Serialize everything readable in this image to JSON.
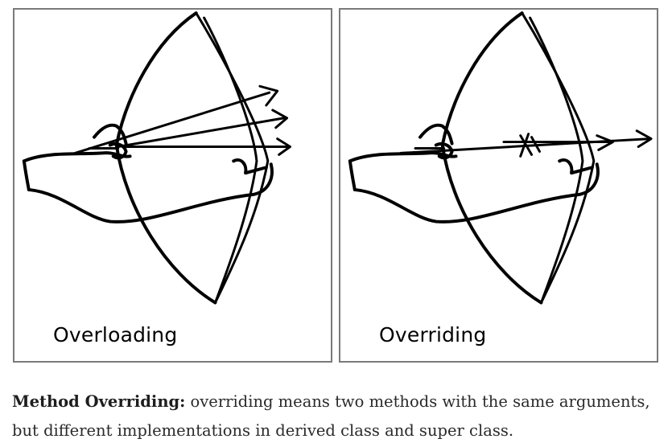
{
  "panels": [
    {
      "label": "Overloading"
    },
    {
      "label": "Overriding"
    }
  ],
  "caption": {
    "term": "Method Overriding:",
    "text": " overriding means two methods with the same arguments, but different implementations in derived class and super class."
  }
}
